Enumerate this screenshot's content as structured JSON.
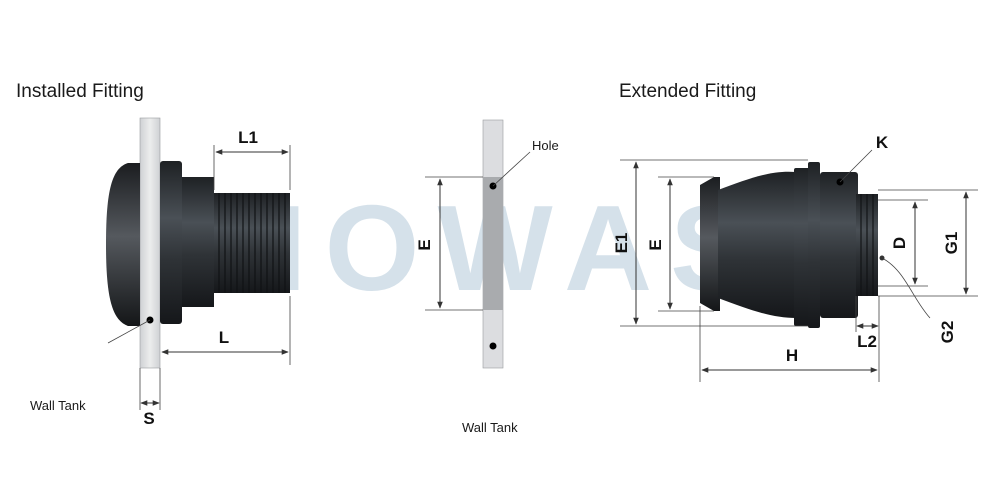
{
  "titles": {
    "installed": "Installed Fitting",
    "extended": "Extended Fitting"
  },
  "watermark": "NOWAS",
  "annotations": {
    "wall_tank_left": "Wall Tank",
    "wall_tank_middle": "Wall Tank",
    "hole": "Hole"
  },
  "dimensions": {
    "L1": "L1",
    "L": "L",
    "S": "S",
    "E_middle": "E",
    "E1": "E1",
    "E_right": "E",
    "K": "K",
    "D": "D",
    "G1": "G1",
    "G2": "G2",
    "H": "H",
    "L2": "L2"
  },
  "colors": {
    "fitting_dark": "#2b2f33",
    "fitting_mid": "#3c4146",
    "wall_light": "#dcdde0",
    "hole_gray": "#a9abae",
    "watermark": "#c7d7e3"
  }
}
